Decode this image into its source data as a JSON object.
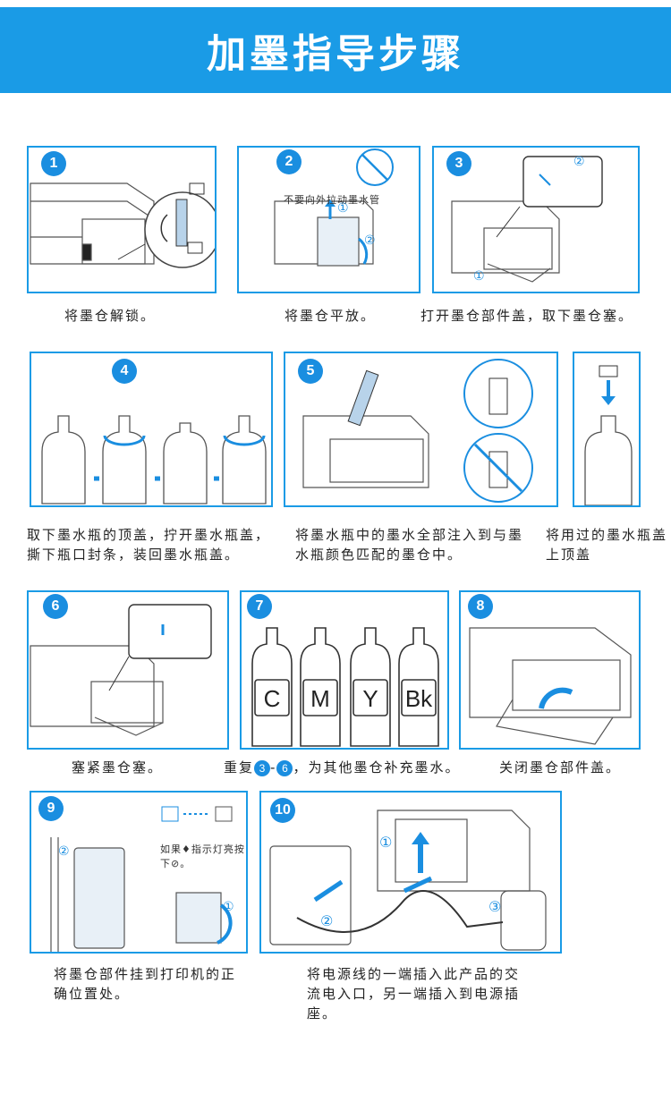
{
  "header": {
    "title": "加墨指导步骤"
  },
  "steps": [
    {
      "num": "1",
      "caption": "将墨仓解锁。"
    },
    {
      "num": "2",
      "caption": "将墨仓平放。",
      "note": "不要向外拉动墨水管",
      "callouts": [
        "①",
        "②"
      ]
    },
    {
      "num": "3",
      "caption": "打开墨仓部件盖，取下墨仓塞。",
      "callouts": [
        "①",
        "②"
      ]
    },
    {
      "num": "4",
      "caption": "取下墨水瓶的顶盖，拧开墨水瓶盖，撕下瓶口封条，装回墨水瓶盖。"
    },
    {
      "num": "5",
      "caption": "将墨水瓶中的墨水全部注入到与墨水瓶颜色匹配的墨仓中。"
    },
    {
      "num": "",
      "caption": "将用过的墨水瓶盖上顶盖"
    },
    {
      "num": "6",
      "caption": "塞紧墨仓塞。"
    },
    {
      "num": "7",
      "caption_prefix": "重复",
      "caption_from": "3",
      "caption_to": "6",
      "caption_suffix": "，为其他墨仓补充墨水。",
      "bottles": [
        "C",
        "M",
        "Y",
        "Bk"
      ]
    },
    {
      "num": "8",
      "caption": "关闭墨仓部件盖。"
    },
    {
      "num": "9",
      "caption": "将墨仓部件挂到打印机的正确位置处。",
      "note": "如果♦指示灯亮按下⊘。",
      "callouts": [
        "②",
        "①"
      ]
    },
    {
      "num": "10",
      "caption": "将电源线的一端插入此产品的交流电入口，另一端插入到电源插座。",
      "callouts": [
        "①",
        "②",
        "③"
      ]
    }
  ],
  "colors": {
    "accent": "#1a9be6",
    "badge": "#1a8ee0"
  }
}
